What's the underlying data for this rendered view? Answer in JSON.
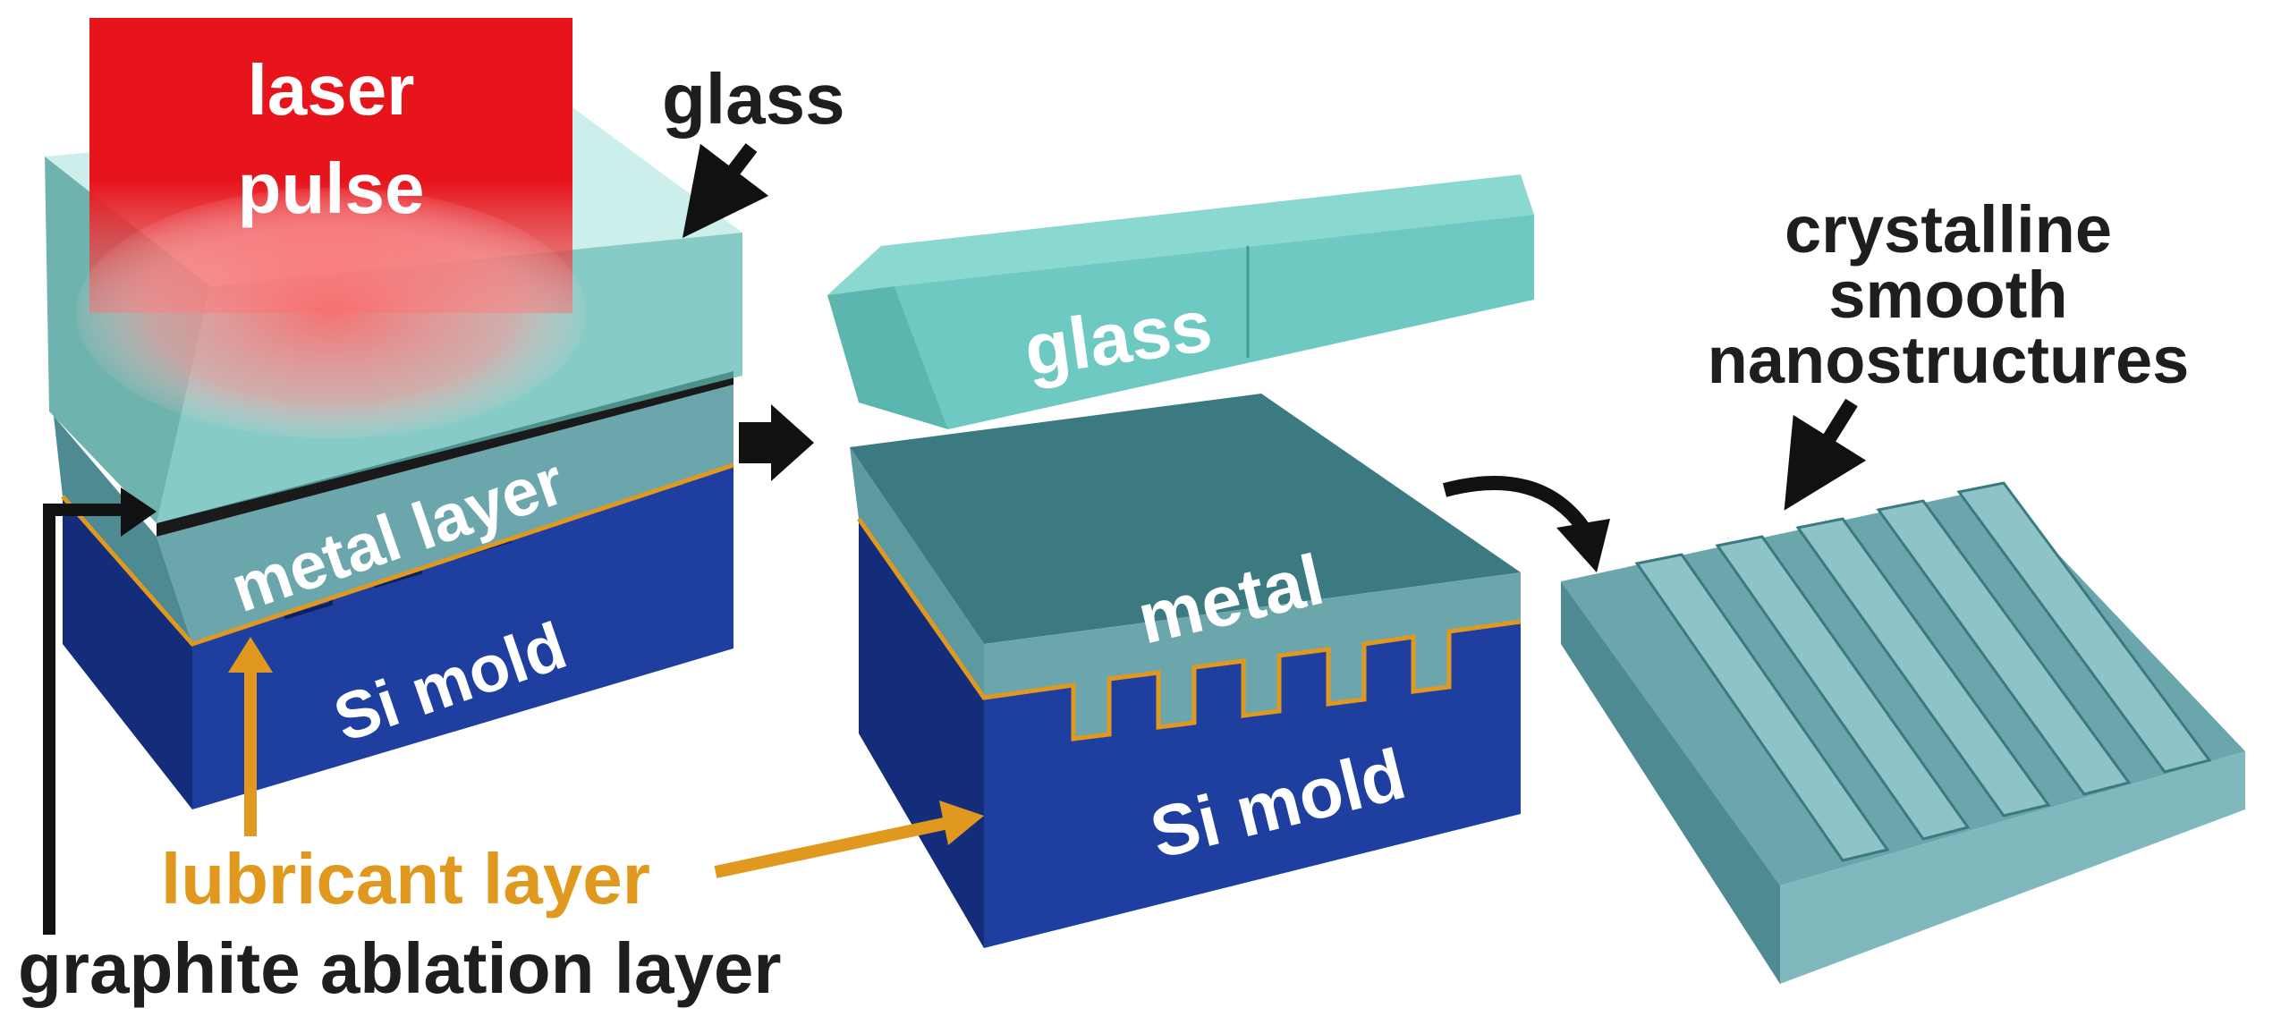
{
  "labels": {
    "laser_line1": "laser",
    "laser_line2": "pulse",
    "glass_top": "glass",
    "metal_layer": "metal layer",
    "si_mold_left": "Si mold",
    "glass_mid": "glass",
    "metal_mid": "metal",
    "si_mold_mid": "Si mold",
    "crystalline_line1": "crystalline",
    "crystalline_line2": "smooth",
    "crystalline_line3": "nanostructures",
    "lubricant": "lubricant layer",
    "graphite": "graphite ablation layer"
  },
  "colors": {
    "laser": "#e8141c",
    "glass": "#6ec9c2",
    "metal": "#3a7a80",
    "si_mold": "#1e3fa0",
    "lubricant": "#e0981e",
    "text_dark": "#1e1e1e",
    "text_white": "#ffffff"
  }
}
